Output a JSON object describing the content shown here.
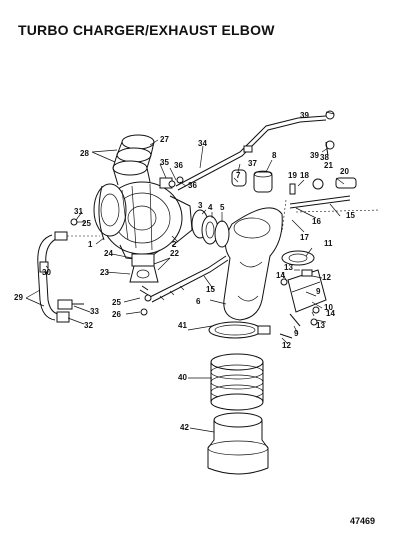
{
  "title": "TURBO CHARGER/EXHAUST ELBOW",
  "figure_number": "47469",
  "callouts": [
    {
      "id": "c1",
      "label": "1"
    },
    {
      "id": "c2",
      "label": "2"
    },
    {
      "id": "c3",
      "label": "3"
    },
    {
      "id": "c4",
      "label": "4"
    },
    {
      "id": "c5",
      "label": "5"
    },
    {
      "id": "c6",
      "label": "6"
    },
    {
      "id": "c7",
      "label": "7"
    },
    {
      "id": "c8",
      "label": "8"
    },
    {
      "id": "c9a",
      "label": "9"
    },
    {
      "id": "c9b",
      "label": "9"
    },
    {
      "id": "c10",
      "label": "10"
    },
    {
      "id": "c11",
      "label": "11"
    },
    {
      "id": "c12a",
      "label": "12"
    },
    {
      "id": "c12b",
      "label": "12"
    },
    {
      "id": "c13a",
      "label": "13"
    },
    {
      "id": "c13b",
      "label": "13"
    },
    {
      "id": "c14a",
      "label": "14"
    },
    {
      "id": "c14b",
      "label": "14"
    },
    {
      "id": "c15a",
      "label": "15"
    },
    {
      "id": "c15b",
      "label": "15"
    },
    {
      "id": "c16",
      "label": "16"
    },
    {
      "id": "c17",
      "label": "17"
    },
    {
      "id": "c18",
      "label": "18"
    },
    {
      "id": "c19",
      "label": "19"
    },
    {
      "id": "c20",
      "label": "20"
    },
    {
      "id": "c21",
      "label": "21"
    },
    {
      "id": "c22",
      "label": "22"
    },
    {
      "id": "c23",
      "label": "23"
    },
    {
      "id": "c24",
      "label": "24"
    },
    {
      "id": "c25a",
      "label": "25"
    },
    {
      "id": "c25b",
      "label": "25"
    },
    {
      "id": "c26",
      "label": "26"
    },
    {
      "id": "c27",
      "label": "27"
    },
    {
      "id": "c28",
      "label": "28"
    },
    {
      "id": "c29",
      "label": "29"
    },
    {
      "id": "c30",
      "label": "30"
    },
    {
      "id": "c31",
      "label": "31"
    },
    {
      "id": "c32",
      "label": "32"
    },
    {
      "id": "c33",
      "label": "33"
    },
    {
      "id": "c34",
      "label": "34"
    },
    {
      "id": "c35",
      "label": "35"
    },
    {
      "id": "c36a",
      "label": "36"
    },
    {
      "id": "c36b",
      "label": "36"
    },
    {
      "id": "c37",
      "label": "37"
    },
    {
      "id": "c38",
      "label": "38"
    },
    {
      "id": "c39a",
      "label": "39"
    },
    {
      "id": "c39b",
      "label": "39"
    },
    {
      "id": "c40",
      "label": "40"
    },
    {
      "id": "c41",
      "label": "41"
    },
    {
      "id": "c42",
      "label": "42"
    }
  ]
}
